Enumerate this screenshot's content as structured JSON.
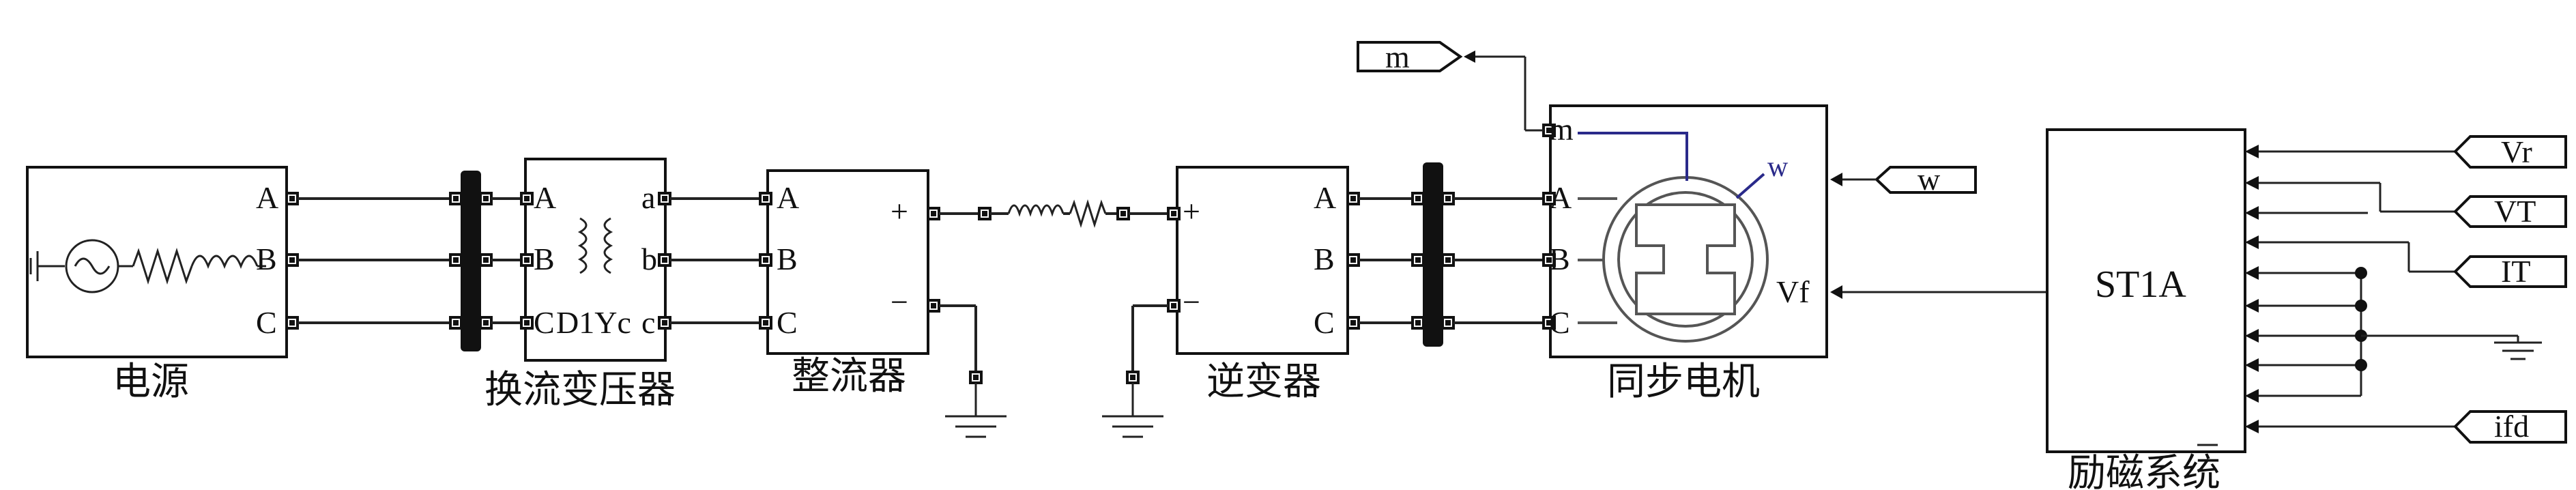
{
  "blocks": {
    "source": {
      "caption": "电源",
      "ports": [
        "A",
        "B",
        "C"
      ]
    },
    "transformer": {
      "caption": "换流变压器",
      "left_ports": [
        "A",
        "B",
        "C"
      ],
      "right_ports": [
        "a",
        "b",
        "c"
      ],
      "type_label": "D1Yc"
    },
    "rectifier": {
      "caption": "整流器",
      "ports": [
        "A",
        "B",
        "C"
      ],
      "plus": "+",
      "minus": "−"
    },
    "inverter": {
      "caption": "逆变器",
      "ports": [
        "A",
        "B",
        "C"
      ],
      "plus": "+",
      "minus": "−"
    },
    "machine": {
      "caption": "同步电机",
      "ports": [
        "m",
        "A",
        "B",
        "C"
      ],
      "vf_label": "Vf",
      "w_label": "w"
    },
    "exciter": {
      "caption": "励磁系统",
      "inner_label": "ST1A"
    }
  },
  "tags": {
    "m": "m",
    "w": "w",
    "Vr": "Vr",
    "VT": "VT",
    "IT": "IT",
    "ifd": "ifd"
  }
}
